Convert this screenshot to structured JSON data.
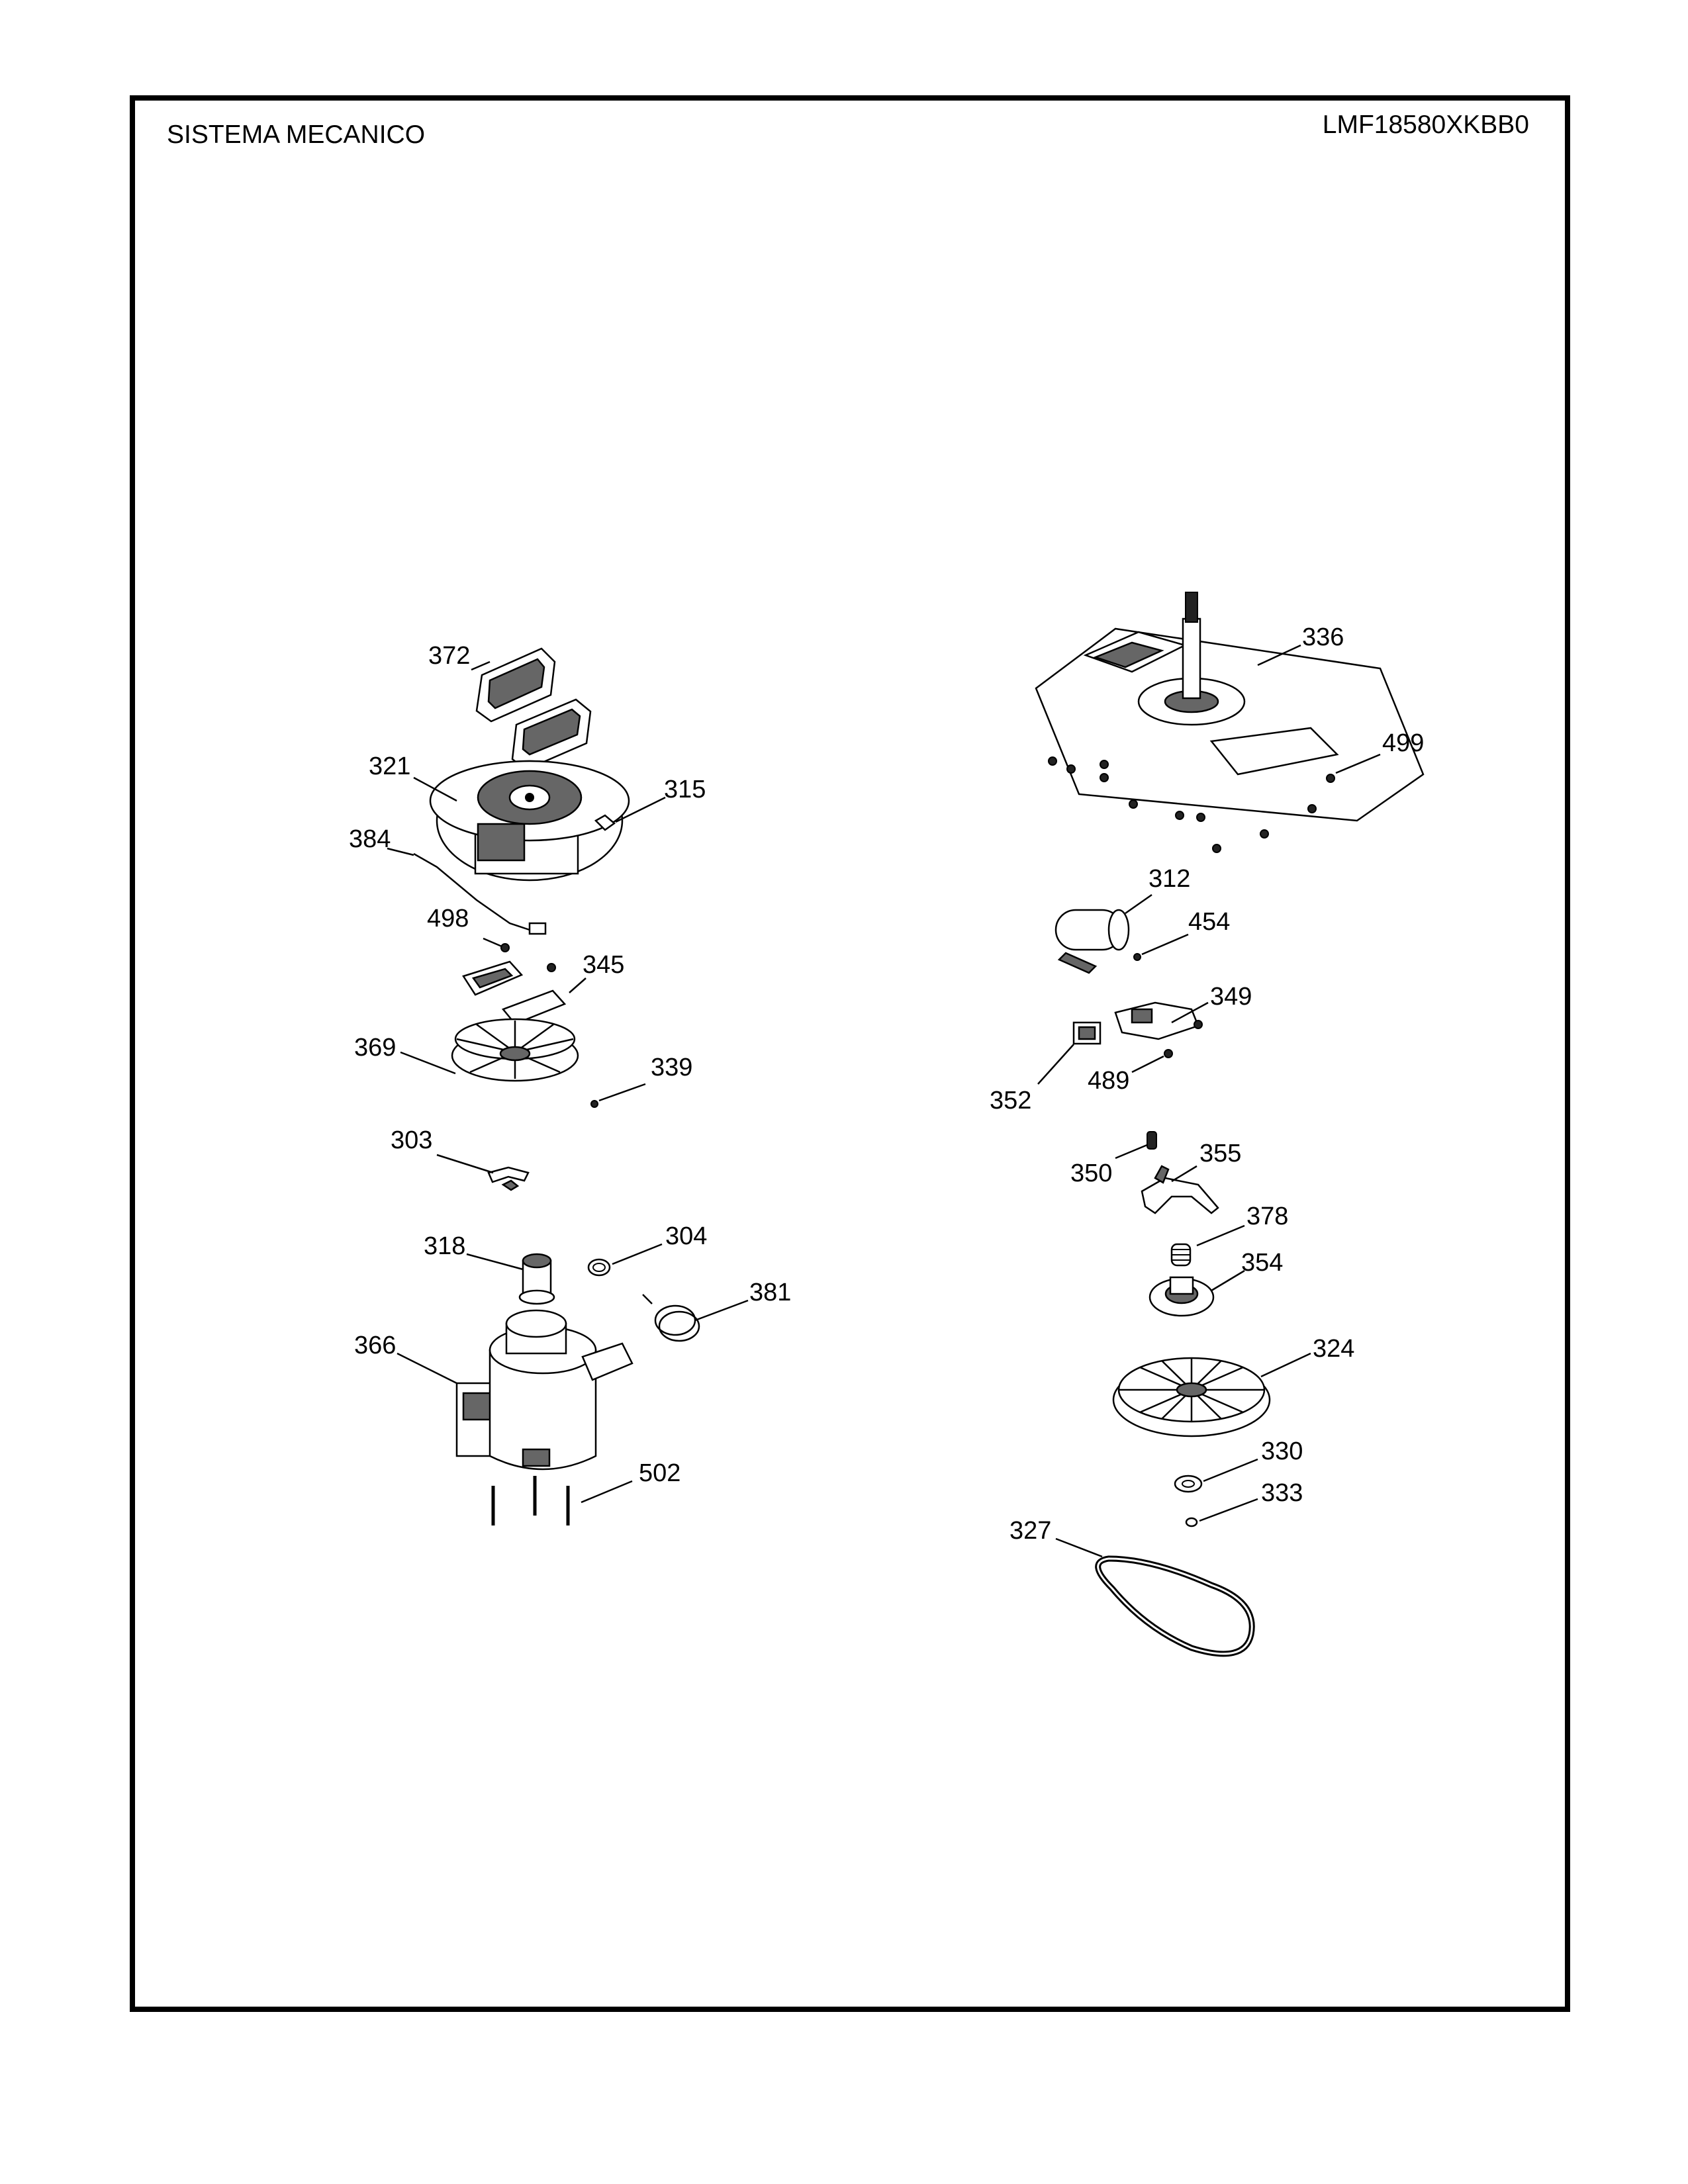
{
  "header": {
    "title": "SISTEMA MECANICO",
    "model": "LMF18580XKBB0"
  },
  "callouts": {
    "c372": "372",
    "c321": "321",
    "c315": "315",
    "c384": "384",
    "c498": "498",
    "c345": "345",
    "c369": "369",
    "c339": "339",
    "c303": "303",
    "c318": "318",
    "c304": "304",
    "c381": "381",
    "c366": "366",
    "c502": "502",
    "c336": "336",
    "c499": "499",
    "c312": "312",
    "c454": "454",
    "c349": "349",
    "c352": "352",
    "c489": "489",
    "c350": "350",
    "c355": "355",
    "c378": "378",
    "c354": "354",
    "c324": "324",
    "c330": "330",
    "c333": "333",
    "c327": "327"
  }
}
